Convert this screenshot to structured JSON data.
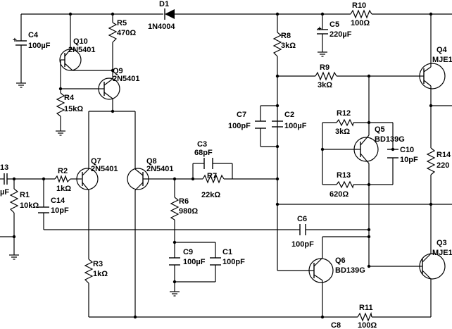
{
  "components": {
    "D1": {
      "ref": "D1",
      "value": "1N4004"
    },
    "R10": {
      "ref": "R10",
      "value": "100Ω"
    },
    "C4": {
      "ref": "C4",
      "value": "100µF"
    },
    "R5": {
      "ref": "R5",
      "value": "470Ω"
    },
    "Q10": {
      "ref": "Q10",
      "value": "2N5401"
    },
    "Q9": {
      "ref": "Q9",
      "value": "2N5401"
    },
    "R4": {
      "ref": "R4",
      "value": "15kΩ"
    },
    "R8": {
      "ref": "R8",
      "value": "3kΩ"
    },
    "C5": {
      "ref": "C5",
      "value": "220µF"
    },
    "Q4": {
      "ref": "Q4",
      "value": "MJE1"
    },
    "R9": {
      "ref": "R9",
      "value": "3kΩ"
    },
    "C7": {
      "ref": "C7",
      "value": "100pF"
    },
    "C2": {
      "ref": "C2",
      "value": "100µF"
    },
    "R12": {
      "ref": "R12",
      "value": "3kΩ"
    },
    "Q5": {
      "ref": "Q5",
      "value": "BD139G"
    },
    "C10": {
      "ref": "C10",
      "value": "10pF"
    },
    "R14": {
      "ref": "R14",
      "value": "220"
    },
    "C3": {
      "ref": "C3",
      "value": "68pF"
    },
    "R7": {
      "ref": "R7",
      "value": "22kΩ"
    },
    "R13": {
      "ref": "R13",
      "value": "620Ω"
    },
    "C13": {
      "ref": "13",
      "value": "µF"
    },
    "R1": {
      "ref": "R1",
      "value": "10kΩ"
    },
    "R2": {
      "ref": "R2",
      "value": "1kΩ"
    },
    "Q7": {
      "ref": "Q7",
      "value": "2N5401"
    },
    "Q8": {
      "ref": "Q8",
      "value": "2N5401"
    },
    "C14": {
      "ref": "C14",
      "value": "10pF"
    },
    "R6": {
      "ref": "R6",
      "value": "980Ω"
    },
    "C6": {
      "ref": "C6",
      "value": "100pF"
    },
    "Q6": {
      "ref": "Q6",
      "value": "BD139G"
    },
    "Q3": {
      "ref": "Q3",
      "value": "MJE1"
    },
    "C9": {
      "ref": "C9",
      "value": "100µF"
    },
    "C1": {
      "ref": "C1",
      "value": "100pF"
    },
    "R3": {
      "ref": "R3",
      "value": "1kΩ"
    },
    "R11": {
      "ref": "R11",
      "value": "100Ω"
    },
    "C8": {
      "ref": "C8",
      "value": ""
    }
  }
}
